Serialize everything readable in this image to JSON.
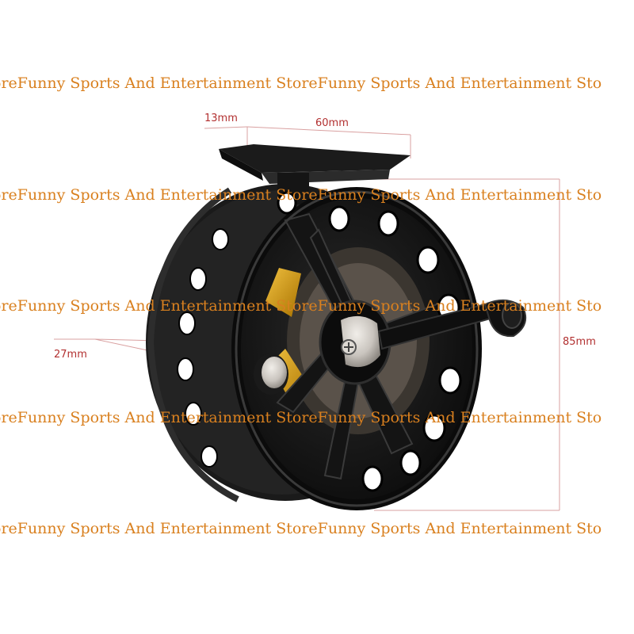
{
  "watermark": {
    "text": "oreFunny Sports And Entertainment StoreFunny Sports And Entertainment Sto"
  },
  "dimensions": {
    "foot_width": "13mm",
    "foot_length": "60mm",
    "spool_width": "27mm",
    "diameter": "85mm"
  },
  "colors": {
    "watermark": "#d9801f",
    "dimension_text": "#b23030",
    "dimension_line": "#d9a0a0",
    "reel_body": "#161616",
    "reel_highlight": "#3a3a3a",
    "accent_gold": "#d7a21a",
    "knob_silver": "#c9c4be"
  },
  "product": {
    "subject": "fly-fishing-reel"
  }
}
